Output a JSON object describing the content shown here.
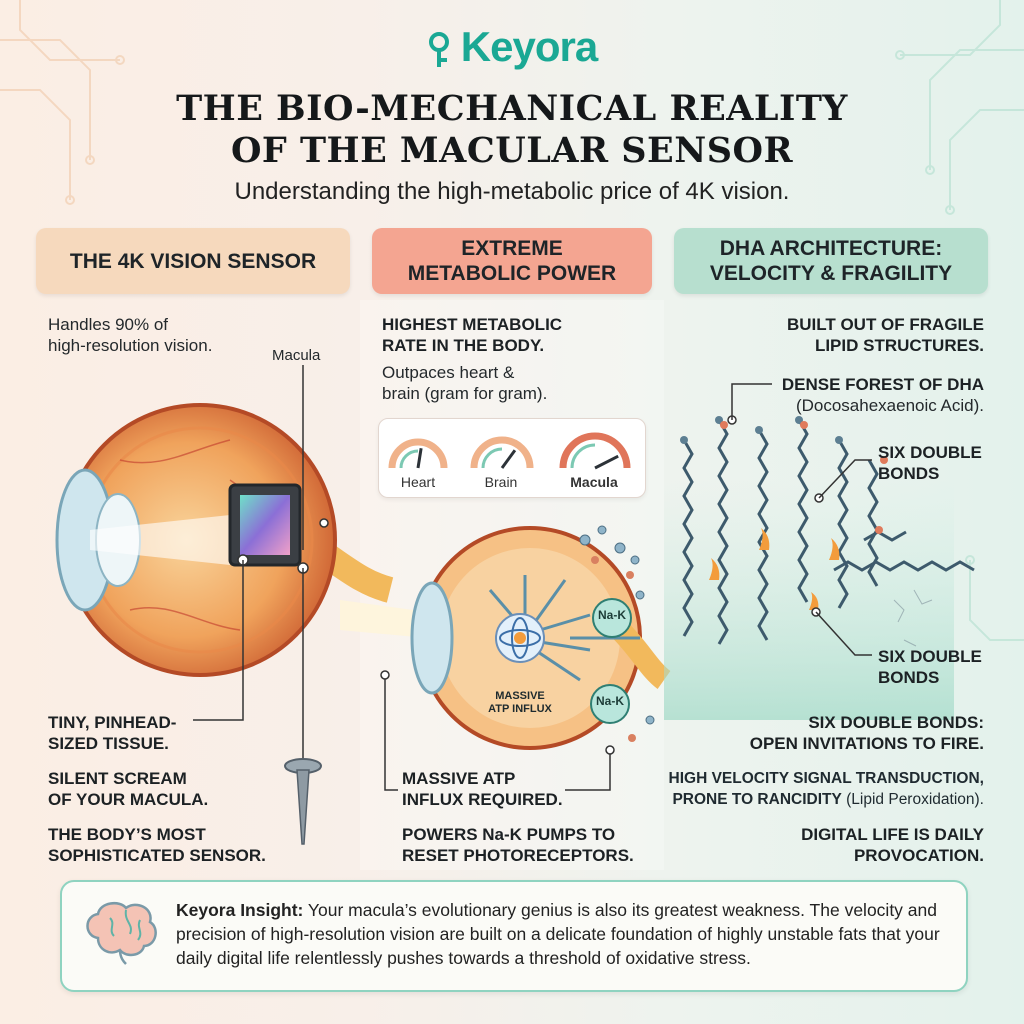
{
  "brand": {
    "name": "Keyora"
  },
  "header": {
    "title_line1": "THE BIO-MECHANICAL REALITY",
    "title_line2": "OF THE MACULAR SENSOR",
    "subtitle": "Understanding the high-metabolic price of 4K vision."
  },
  "columns": {
    "left": {
      "heading": "THE 4K VISION SENSOR",
      "intro_line1": "Handles 90% of",
      "intro_line2": "high-resolution vision.",
      "macula_label": "Macula",
      "point1_line1": "TINY, PINHEAD-",
      "point1_line2": "SIZED TISSUE.",
      "point2_line1": "SILENT SCREAM",
      "point2_line2": "OF YOUR MACULA.",
      "point3_line1": "THE BODY’S MOST",
      "point3_line2": "SOPHISTICATED SENSOR."
    },
    "middle": {
      "heading_line1": "EXTREME",
      "heading_line2": "METABOLIC POWER",
      "lead_line1": "HIGHEST METABOLIC",
      "lead_line2": "RATE IN THE BODY.",
      "sub_line1": "Outpaces heart &",
      "sub_line2": "brain (gram for gram).",
      "gauges": [
        {
          "label": "Heart",
          "level": 0.55
        },
        {
          "label": "Brain",
          "level": 0.7
        },
        {
          "label": "Macula",
          "level": 0.85
        }
      ],
      "pump_label": "Na-K",
      "atp_label_line1": "MASSIVE",
      "atp_label_line2": "ATP INFLUX",
      "point1_line1": "MASSIVE ATP",
      "point1_line2": "INFLUX REQUIRED.",
      "point2_line1": "POWERS Na-K PUMPS TO",
      "point2_line2": "RESET PHOTORECEPTORS."
    },
    "right": {
      "heading_line1": "DHA ARCHITECTURE:",
      "heading_line2": "VELOCITY & FRAGILITY",
      "lead_line1": "BUILT OUT OF FRAGILE",
      "lead_line2": "LIPID STRUCTURES.",
      "forest_line1": "DENSE FOREST OF DHA",
      "forest_line2": "(Docosahexaenoic Acid).",
      "bonds_a_line1": "SIX DOUBLE",
      "bonds_a_line2": "BONDS",
      "bonds_b_line1": "SIX DOUBLE",
      "bonds_b_line2": "BONDS",
      "point1_line1": "SIX DOUBLE BONDS:",
      "point1_line2": "OPEN INVITATIONS TO FIRE.",
      "point2_line1": "HIGH VELOCITY SIGNAL TRANSDUCTION,",
      "point2_line2a": "PRONE TO RANCIDITY",
      "point2_line2b": " (Lipid Peroxidation).",
      "point3_line1": "DIGITAL LIFE IS DAILY",
      "point3_line2": "PROVOCATION."
    }
  },
  "insight": {
    "label": "Keyora Insight:",
    "text": " Your macula’s evolutionary genius is also its greatest weakness. The velocity and precision of high-resolution vision are built on a delicate foundation of highly unstable fats that your daily digital life relentlessly pushes towards a threshold of oxidative stress."
  },
  "colors": {
    "brand_teal": "#1aa894",
    "left_accent": "#f6d9bd",
    "mid_accent": "#f4a591",
    "right_accent": "#b7dfcf"
  }
}
